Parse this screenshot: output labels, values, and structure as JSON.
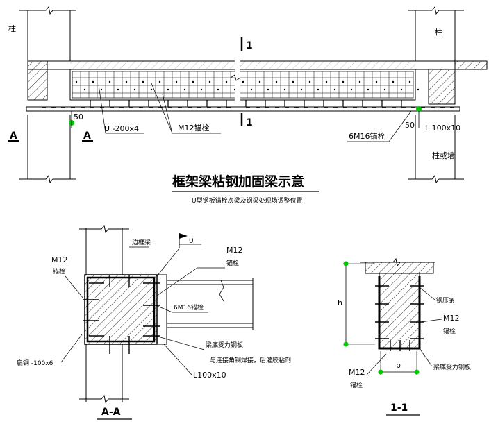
{
  "top": {
    "column_left": "柱",
    "column_right": "柱",
    "section_mark_top": "1",
    "section_mark_bottom": "1",
    "dim_left": "50",
    "dim_right": "50",
    "u_plate": "U -200x4",
    "m12_anchor": "M12锚栓",
    "m16_anchor": "6M16锚栓",
    "angle": "L 100x10",
    "column_or_wall": "柱或墙",
    "marker_a_left": "A",
    "marker_a_right": "A",
    "title": "框架梁粘钢加固梁示意",
    "subtitle": "U型钢板锚栓次梁及钢梁处现场调整位置"
  },
  "section_aa": {
    "edge_beam": "边框梁",
    "m12_left_line1": "M12",
    "m12_left_line2": "锚栓",
    "m12_right_line1": "M12",
    "m12_right_line2": "锚栓",
    "m16": "6M16锚栓",
    "weld_u": "U",
    "bottom_plate": "梁底受力钢板",
    "weld_note": "与连接角钢焊接，后灌胶粘剂",
    "flat_steel": "扁钢 -100x6",
    "angle": "L100x10",
    "label": "A-A"
  },
  "section_11": {
    "h": "h",
    "b": "b",
    "pressure_strip": "钢压条",
    "m12_right_line1": "M12",
    "m12_right_line2": "锚栓",
    "bottom_plate": "梁底受力钢板",
    "m12_left_line1": "M12",
    "m12_left_line2": "锚栓",
    "label": "1-1"
  },
  "colors": {
    "line": "#000000",
    "dim_marker": "#00c800"
  }
}
